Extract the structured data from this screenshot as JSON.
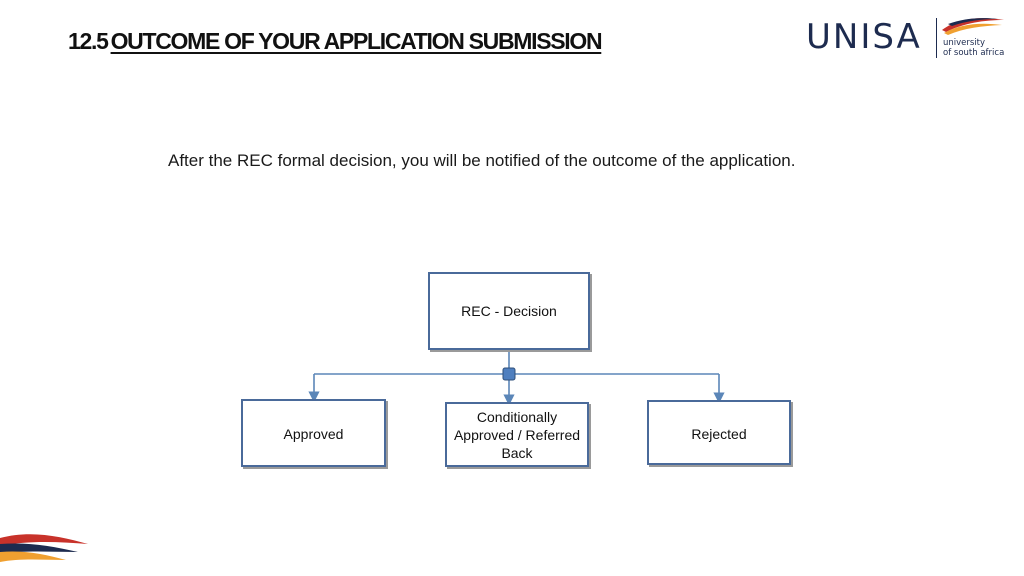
{
  "header": {
    "section_number": "12.5",
    "title": "OUTCOME OF YOUR APPLICATION SUBMISSION"
  },
  "logo": {
    "wordmark": "UNISA",
    "sub_line_1": "university",
    "sub_line_2": "of south africa"
  },
  "intro_text": "After the REC formal decision, you will be notified of the outcome of the application.",
  "diagram": {
    "root": "REC - Decision",
    "children": [
      "Approved",
      "Conditionally Approved / Referred Back",
      "Rejected"
    ]
  },
  "colors": {
    "node_border": "#4a6a9a",
    "connector": "#5b86b8",
    "junction": "#4f7fbf",
    "logo_navy": "#1d2b4f",
    "brand_red": "#c8322a",
    "brand_orange": "#f0a030"
  }
}
